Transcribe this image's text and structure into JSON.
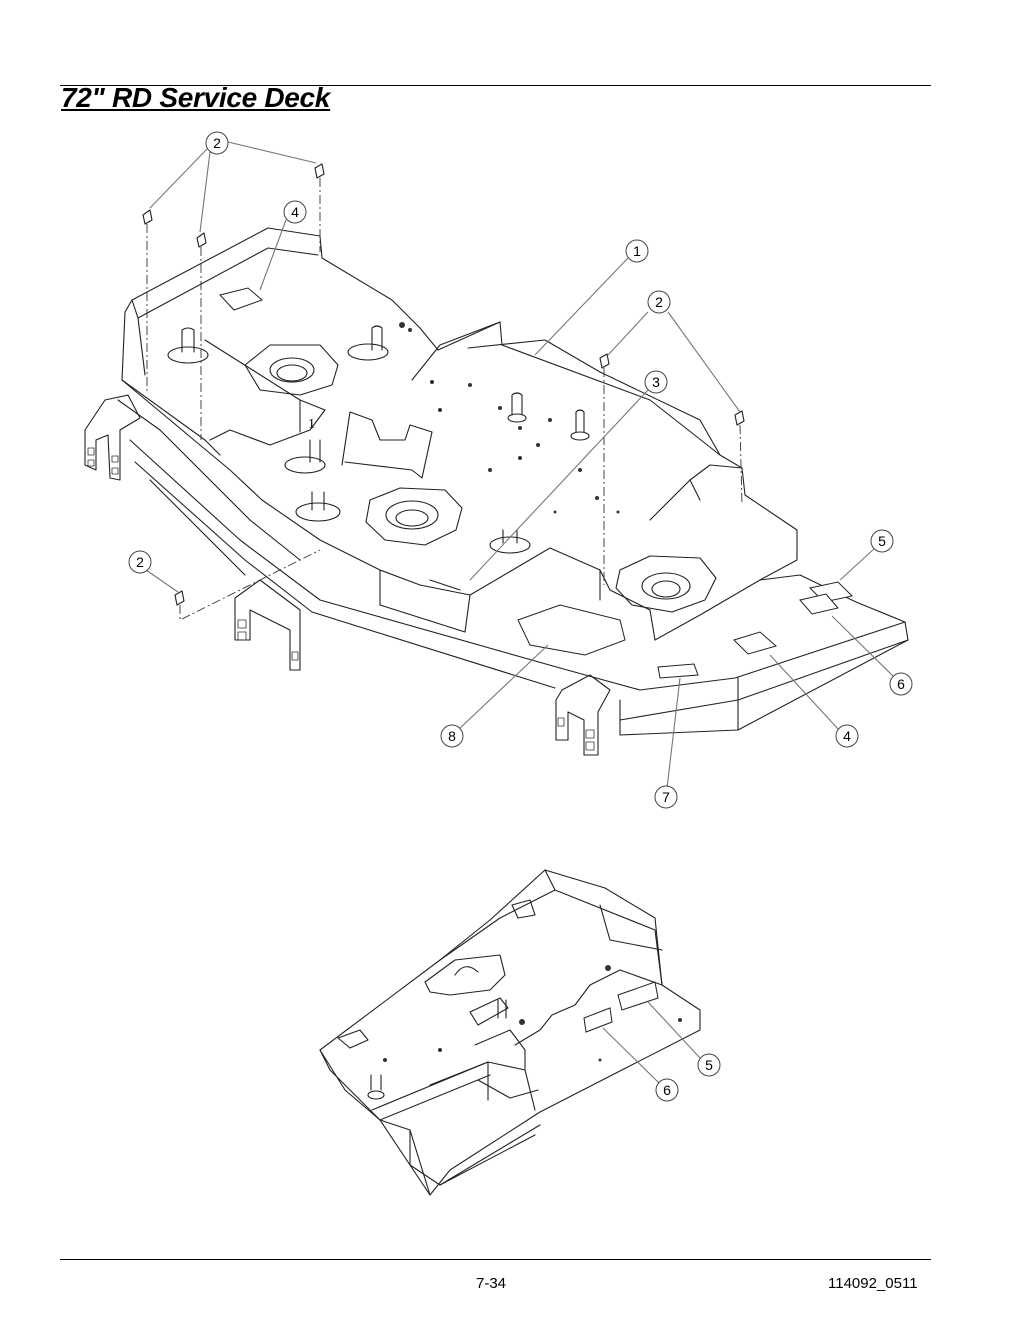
{
  "header": {
    "title": "72\" RD Service Deck"
  },
  "footer": {
    "page_number": "7-34",
    "doc_number": "114092_0511"
  },
  "main_view": {
    "stamp_mark": "1",
    "callouts": [
      {
        "label": "2"
      },
      {
        "label": "4"
      },
      {
        "label": "1"
      },
      {
        "label": "2"
      },
      {
        "label": "3"
      },
      {
        "label": "5"
      },
      {
        "label": "2"
      },
      {
        "label": "6"
      },
      {
        "label": "8"
      },
      {
        "label": "4"
      },
      {
        "label": "7"
      }
    ]
  },
  "detail_view": {
    "callouts": [
      {
        "label": "5"
      },
      {
        "label": "6"
      }
    ]
  }
}
